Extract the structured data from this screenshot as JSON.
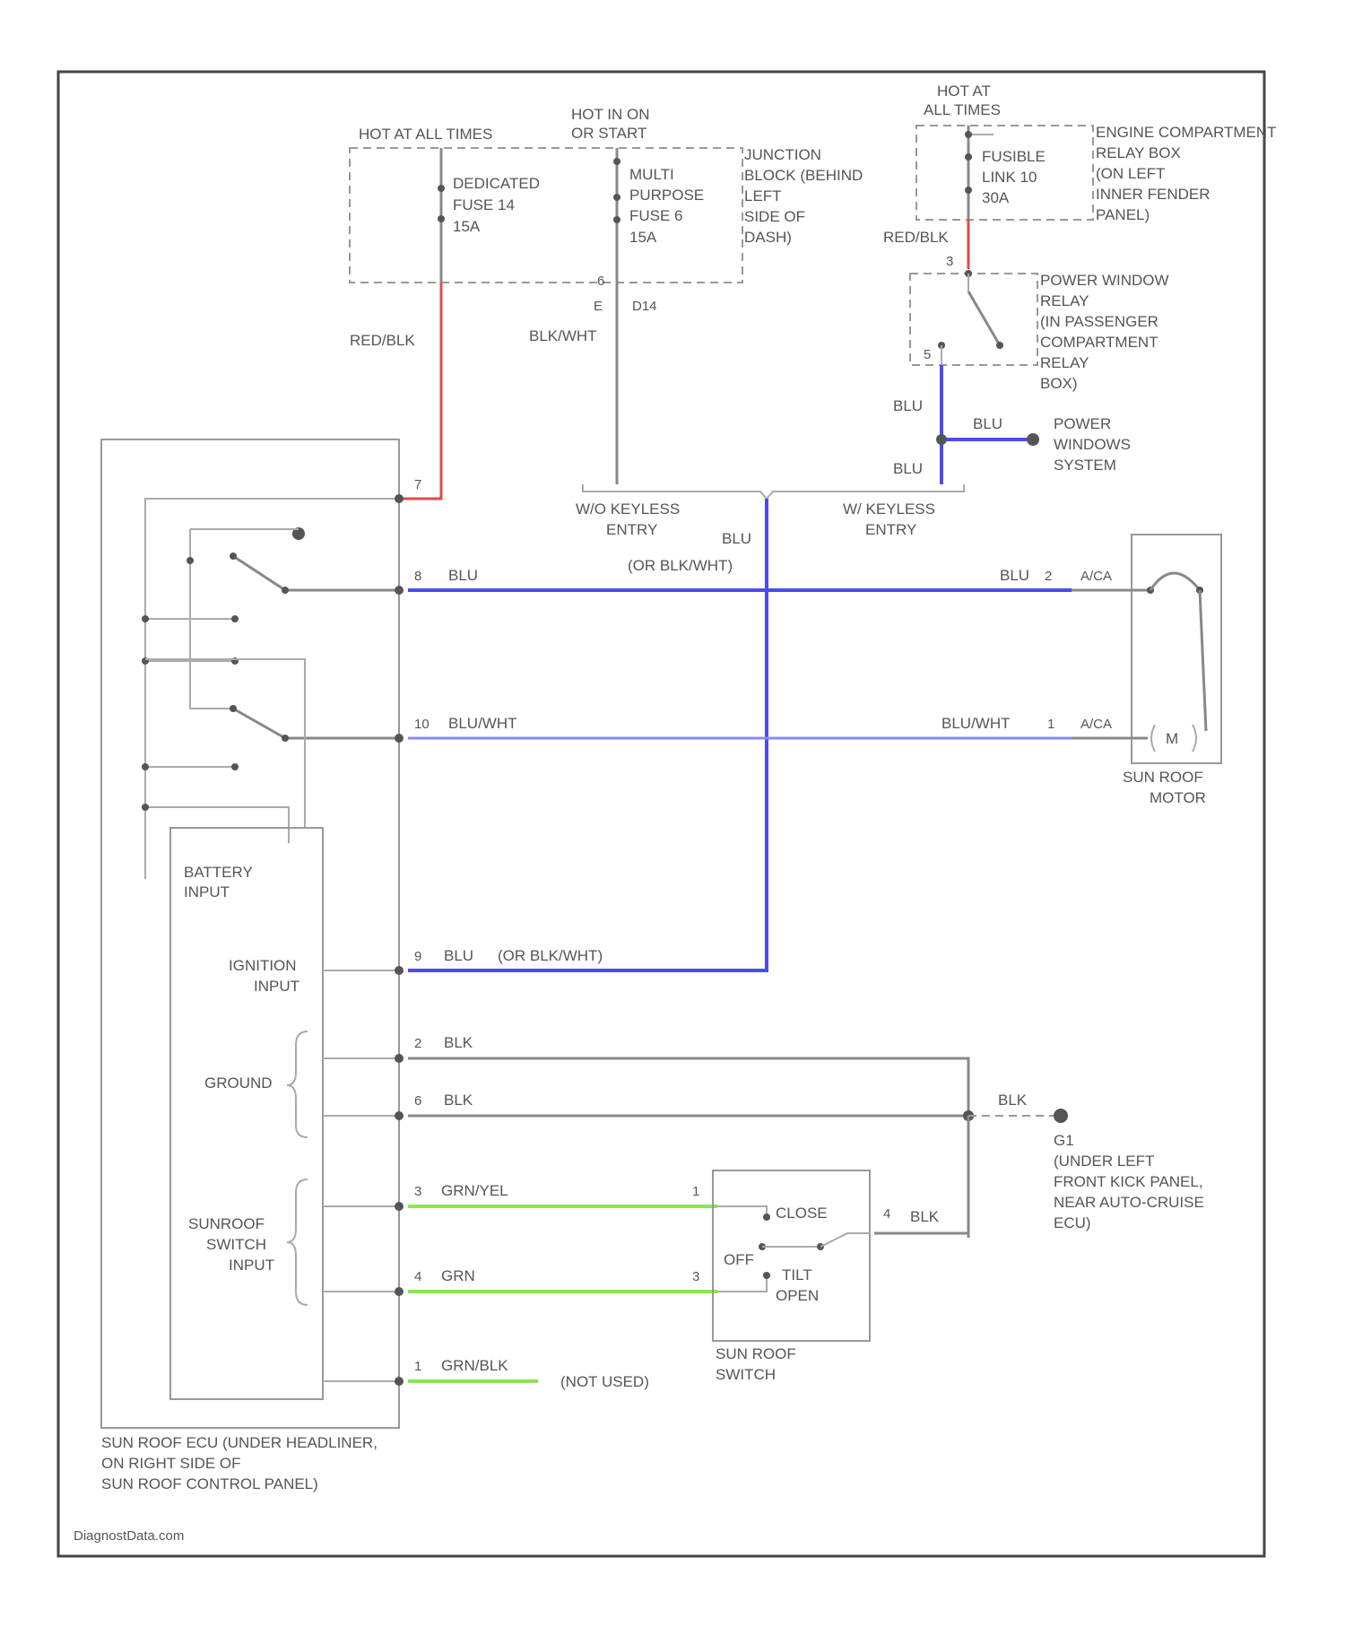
{
  "fuse_block": {
    "hot_label": "HOT AT ALL TIMES",
    "hot_run_label_1": "HOT IN ON",
    "hot_run_label_2": "OR START",
    "dedicated_fuse": [
      "DEDICATED",
      "FUSE 14",
      "15A"
    ],
    "multi_fuse": [
      "MULTI",
      "PURPOSE",
      "FUSE 6",
      "15A"
    ],
    "junction_block": [
      "JUNCTION",
      "BLOCK (BEHIND",
      "LEFT",
      "SIDE OF",
      "DASH)"
    ],
    "pin_top": "6",
    "pin_bottom_num": "E",
    "connector": "D14"
  },
  "engine_box": {
    "hot_1": "HOT AT",
    "hot_2": "ALL TIMES",
    "fusible_link": [
      "FUSIBLE",
      "LINK 10",
      "30A"
    ],
    "location": [
      "ENGINE COMPARTMENT",
      "RELAY BOX",
      "(ON LEFT",
      "INNER FENDER",
      "PANEL)"
    ],
    "wire_color": "RED/BLK"
  },
  "relay": {
    "label": [
      "POWER WINDOW",
      "RELAY",
      "(IN PASSENGER",
      "COMPARTMENT",
      "RELAY",
      "BOX)"
    ],
    "pin_in": "3",
    "pin_out": "5"
  },
  "power_windows": {
    "wire_up": "BLU",
    "wire_right": "BLU",
    "wire_down": "BLU",
    "label": [
      "POWER",
      "WINDOWS",
      "SYSTEM"
    ]
  },
  "keyless": {
    "without": [
      "W/O KEYLESS",
      "ENTRY"
    ],
    "with": [
      "W/ KEYLESS",
      "ENTRY"
    ],
    "trunk_wire_1": "BLU",
    "trunk_wire_2": "(OR BLK/WHT)"
  },
  "wires": {
    "red_blk": "RED/BLK",
    "blk_wht": "BLK/WHT"
  },
  "ecu_pins": {
    "p7": "7",
    "p8": "8",
    "p8_label": "BLU",
    "p10": "10",
    "p10_label": "BLU/WHT",
    "p9": "9",
    "p9_label": "BLU",
    "p9_alt": "(OR BLK/WHT)",
    "p2": "2",
    "p2_label": "BLK",
    "p6": "6",
    "p6_label": "BLK",
    "p3": "3",
    "p3_label": "GRN/YEL",
    "p4": "4",
    "p4_label": "GRN",
    "p1": "1",
    "p1_label": "GRN/BLK",
    "not_used": "(NOT USED)"
  },
  "ecu_inner": {
    "battery": [
      "BATTERY",
      "INPUT"
    ],
    "ignition": [
      "IGNITION",
      "INPUT"
    ],
    "ground": "GROUND",
    "sunroof_switch": [
      "SUNROOF",
      "SWITCH",
      "INPUT"
    ]
  },
  "ecu_caption": [
    "SUN ROOF ECU (UNDER HEADLINER,",
    "ON RIGHT SIDE OF",
    "SUN ROOF CONTROL PANEL)"
  ],
  "motor": {
    "wire_top": "BLU",
    "pin_top": "2",
    "conn_top": "A/CA",
    "wire_bottom": "BLU/WHT",
    "pin_bottom": "1",
    "conn_bottom": "A/CA",
    "symbol": "M",
    "caption": [
      "SUN ROOF",
      "MOTOR"
    ]
  },
  "ground": {
    "wire": "BLK",
    "id": "G1",
    "location": [
      "(UNDER LEFT",
      "FRONT KICK PANEL,",
      "NEAR AUTO-CRUISE",
      "ECU)"
    ]
  },
  "switch": {
    "pin_top": "1",
    "pin_bottom": "3",
    "pin_right": "4",
    "wire_right": "BLK",
    "close": "CLOSE",
    "off": "OFF",
    "tilt": [
      "TILT",
      "OPEN"
    ],
    "caption": [
      "SUN ROOF",
      "SWITCH"
    ]
  },
  "watermark": "DiagnostData.com",
  "colors": {
    "red": "#e04a4a",
    "blue": "#4b4bf0",
    "light_blue": "#8a8af5",
    "green": "#88e655",
    "gray": "#888888"
  }
}
